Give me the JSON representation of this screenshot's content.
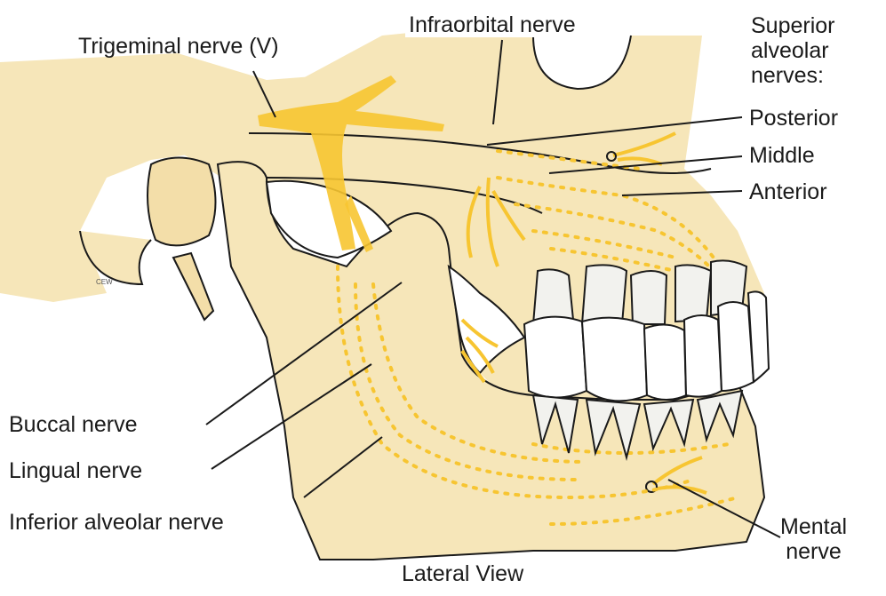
{
  "labels": {
    "trigeminal": "Trigeminal nerve (V)",
    "infraorbital": "Infraorbital nerve",
    "superior_heading": [
      "Superior",
      "alveolar",
      "nerves:"
    ],
    "posterior": "Posterior",
    "middle": "Middle",
    "anterior": "Anterior",
    "buccal": "Buccal nerve",
    "lingual": "Lingual nerve",
    "inferior_alveolar": "Inferior alveolar nerve",
    "mental": [
      "Mental",
      "nerve"
    ],
    "view": "Lateral View"
  },
  "artist_signature": "CEW",
  "colors": {
    "bone": "#f6e6b9",
    "bone_shadow": "#ead29a",
    "nerve": "#f7c531",
    "outline": "#1a1a1a",
    "tooth": "#f2f2ee",
    "background": "#ffffff"
  }
}
